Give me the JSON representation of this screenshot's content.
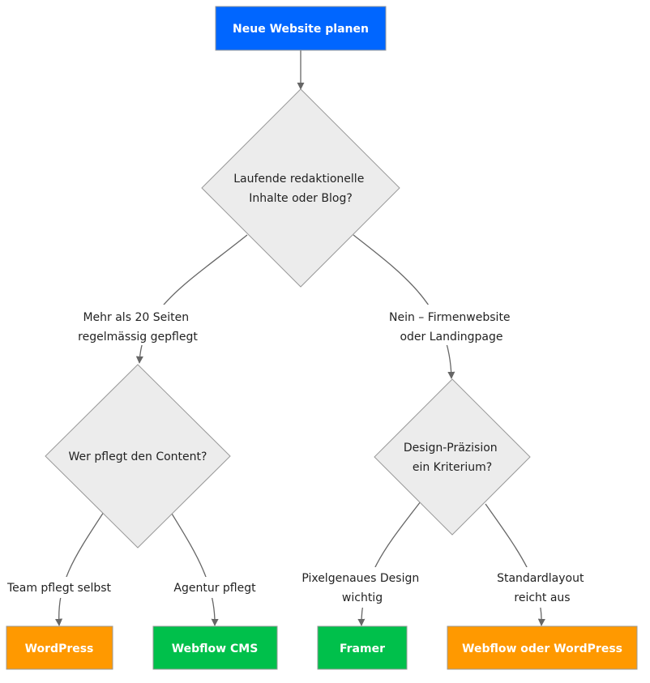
{
  "colors": {
    "start": "#0066ff",
    "green": "#00c04b",
    "orange": "#ff9900",
    "decision": "#ececec"
  },
  "nodes": {
    "start": "Neue Website planen",
    "decision_blog": [
      "Laufende redaktionelle",
      "Inhalte oder Blog?"
    ],
    "decision_content": "Wer pflegt den Content?",
    "decision_design": [
      "Design-Präzision",
      "ein Kriterium?"
    ],
    "result_wordpress": "WordPress",
    "result_webflow_cms": "Webflow CMS",
    "result_framer": "Framer",
    "result_webflow_or_wordpress": "Webflow oder WordPress"
  },
  "edge_labels": {
    "more_than_20": [
      "Mehr als 20 Seiten",
      "regelmässig gepflegt"
    ],
    "no_company": [
      "Nein – Firmenwebsite",
      "oder Landingpage"
    ],
    "team_self": "Team pflegt selbst",
    "agency": "Agentur pflegt",
    "pixel_design": [
      "Pixelgenaues Design",
      "wichtig"
    ],
    "standard_layout": [
      "Standardlayout",
      "reicht aus"
    ]
  }
}
